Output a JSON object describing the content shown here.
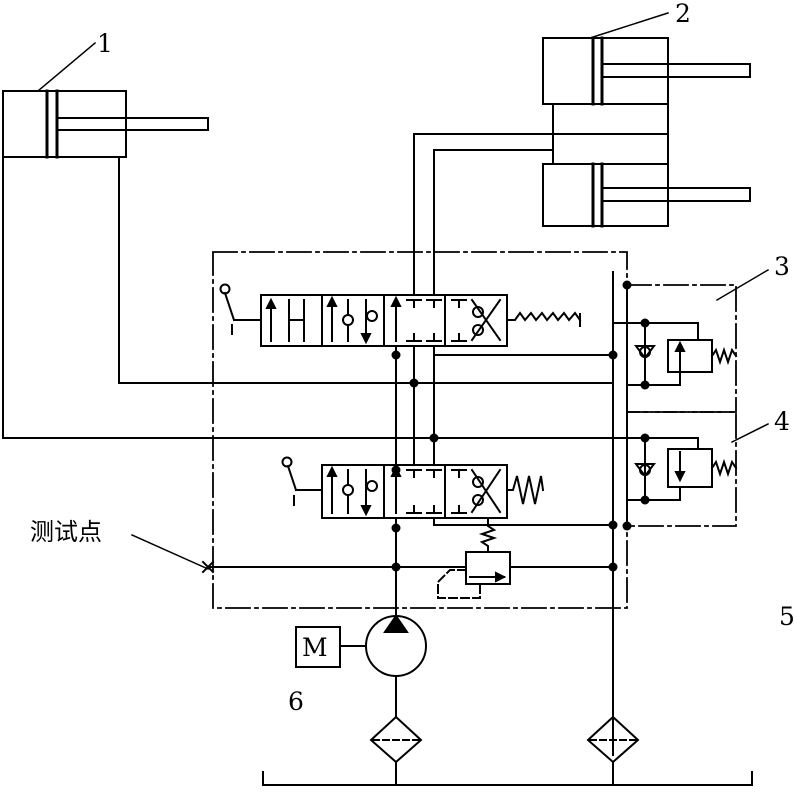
{
  "diagram": {
    "labels": {
      "l1": "1",
      "l2": "2",
      "l3": "3",
      "l4": "4",
      "l5": "5",
      "l6": "6",
      "motor": "M",
      "test_point": "测试点"
    }
  }
}
